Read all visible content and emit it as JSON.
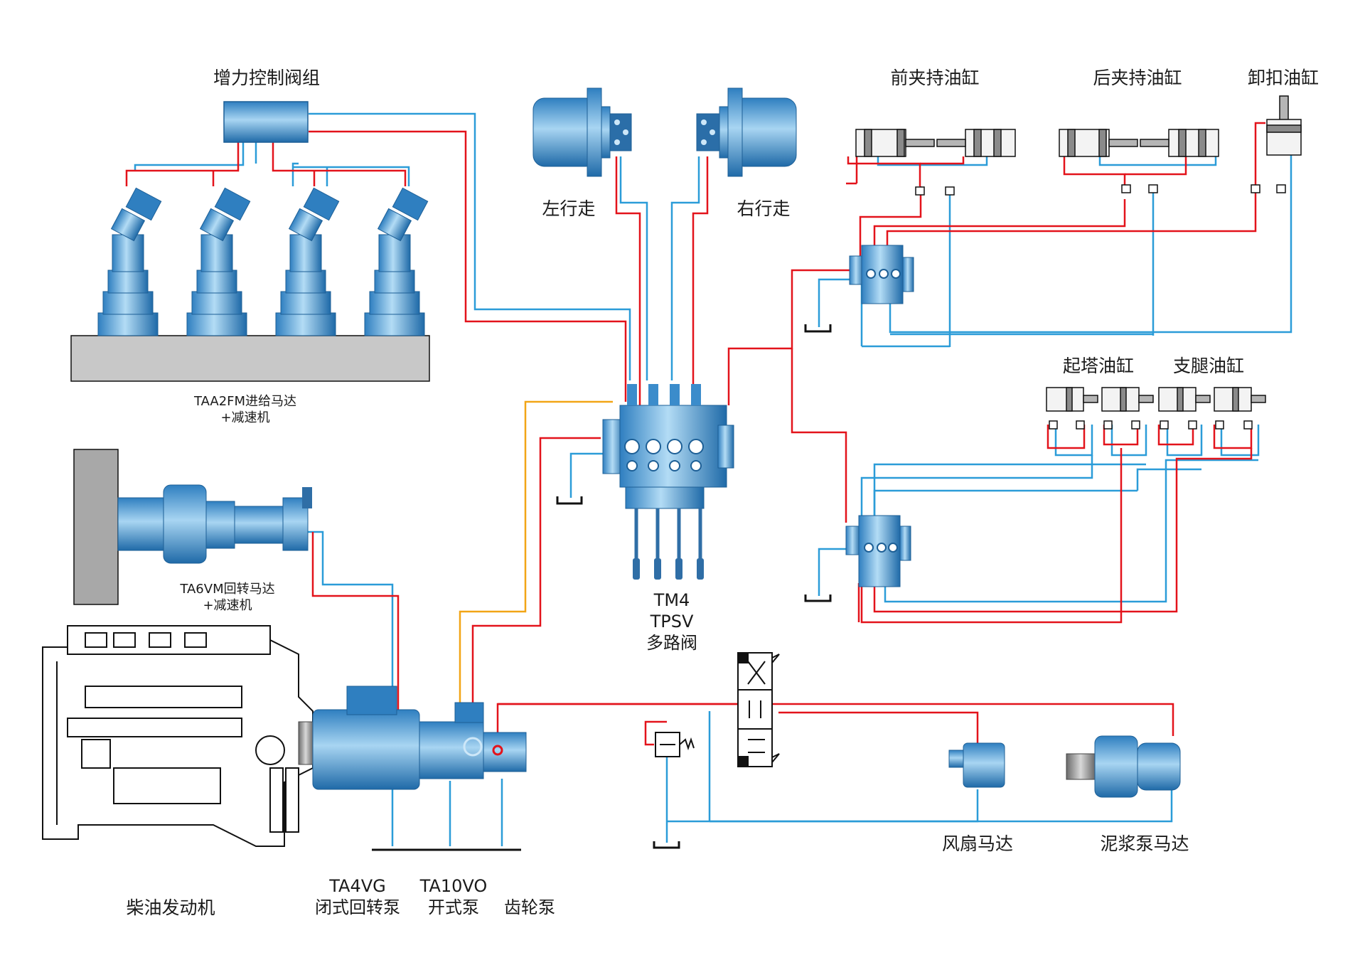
{
  "labels": {
    "boost_valve": "增力控制阀组",
    "feed_motor_1": "TAA2FM进给马达",
    "feed_motor_2": "+减速机",
    "left_travel": "左行走",
    "right_travel": "右行走",
    "front_clamp": "前夹持油缸",
    "rear_clamp": "后夹持油缸",
    "unscrew_cyl": "卸扣油缸",
    "tower_cyl": "起塔油缸",
    "leg_cyl": "支腿油缸",
    "slew_motor_1": "TA6VM回转马达",
    "slew_motor_2": "+减速机",
    "valve_1": "TM4",
    "valve_2": "TPSV",
    "valve_3": "多路阀",
    "engine": "柴油发动机",
    "pump_a4vg_1": "TA4VG",
    "pump_a4vg_2": "闭式回转泵",
    "pump_a10vo_1": "TA10VO",
    "pump_a10vo_2": "开式泵",
    "gear_pump": "齿轮泵",
    "fan_motor": "风扇马达",
    "mud_pump_motor": "泥浆泵马达"
  },
  "colors": {
    "pressure_line": "#e3131b",
    "return_line": "#2b9cd8",
    "pilot_line": "#f2a516",
    "component_fill": "#4e9fd6",
    "component_dark": "#1d5f96",
    "mount_gray": "#c8c8c8"
  }
}
